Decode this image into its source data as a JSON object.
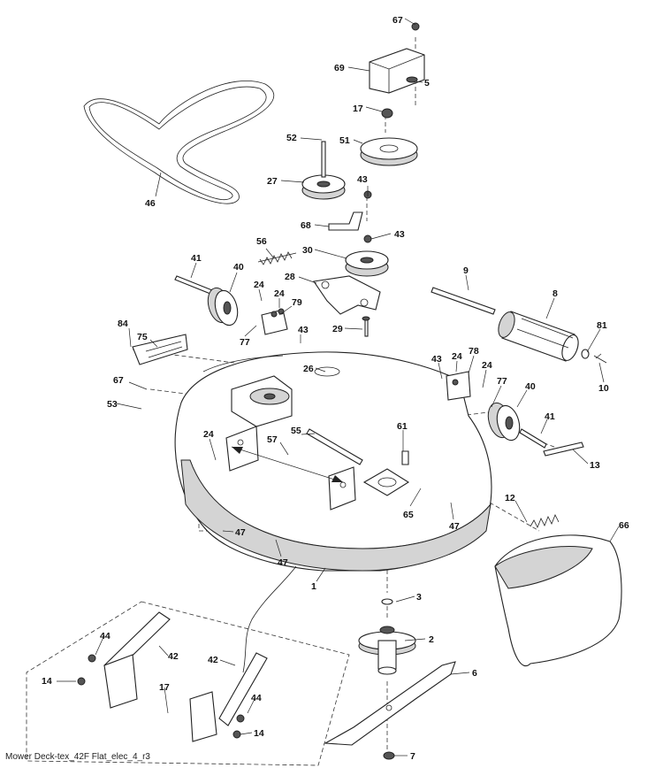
{
  "caption": "Mower Deck-tex_42F Flat_elec_4_r3",
  "callouts": {
    "c67a": "67",
    "c69": "69",
    "c5": "5",
    "c17a": "17",
    "c51": "51",
    "c52": "52",
    "c27": "27",
    "c43a": "43",
    "c46": "46",
    "c68": "68",
    "c43b": "43",
    "c56": "56",
    "c30": "30",
    "c9": "9",
    "c41a": "41",
    "c40a": "40",
    "c28": "28",
    "c8": "8",
    "c24a": "24",
    "c24b": "24",
    "c79": "79",
    "c29": "29",
    "c84": "84",
    "c75": "75",
    "c77a": "77",
    "c43c": "43",
    "c81": "81",
    "c10": "10",
    "c43d": "43",
    "c24c": "24",
    "c78": "78",
    "c24d": "24",
    "c26": "26",
    "c67b": "67",
    "c77b": "77",
    "c40b": "40",
    "c53": "53",
    "c41b": "41",
    "c61": "61",
    "c55": "55",
    "c57": "57",
    "c24e": "24",
    "c13": "13",
    "c65": "65",
    "c12": "12",
    "c47a": "47",
    "c47b": "47",
    "c47c": "47",
    "c66": "66",
    "c1": "1",
    "c3": "3",
    "c44a": "44",
    "c2": "2",
    "c42a": "42",
    "c42b": "42",
    "c14a": "14",
    "c17b": "17",
    "c6": "6",
    "c44b": "44",
    "c14b": "14",
    "c7": "7"
  }
}
